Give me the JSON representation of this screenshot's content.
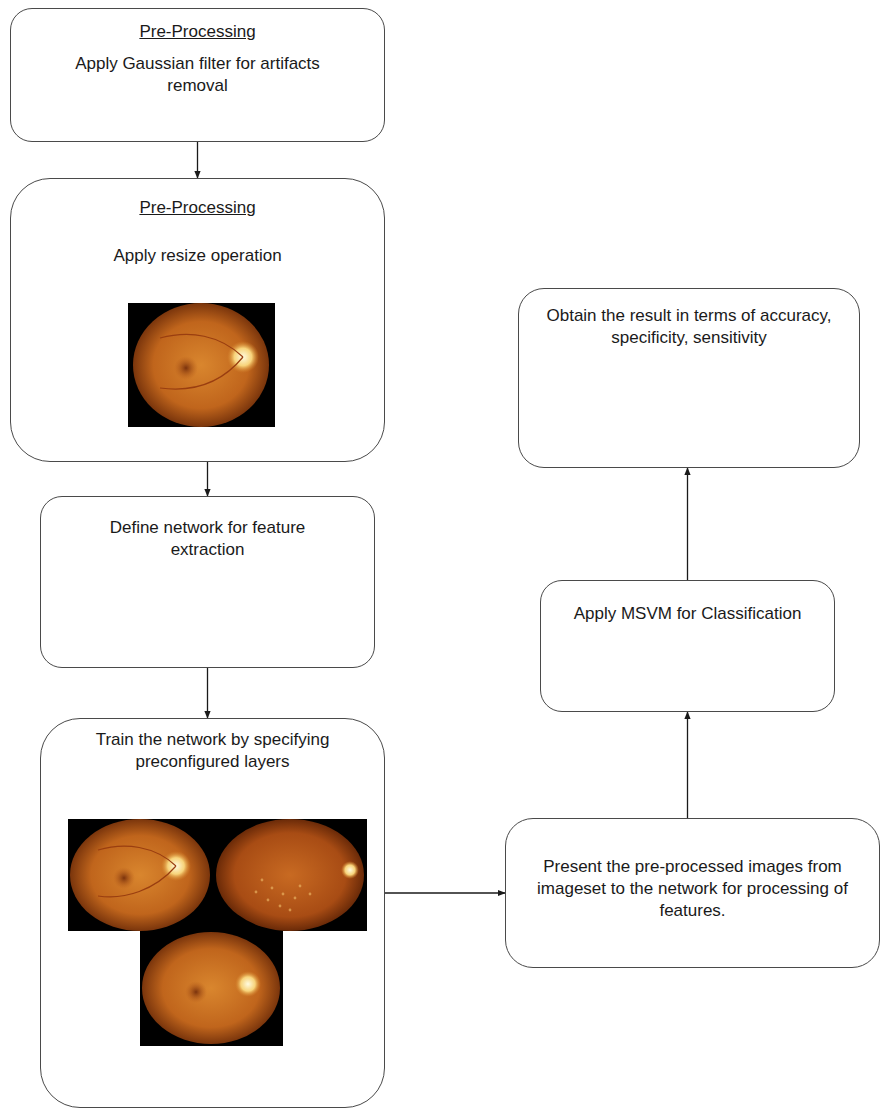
{
  "diagram": {
    "nodes": [
      {
        "text": [
          "Pre-Processing",
          "Apply Gaussian filter for artifacts removal"
        ]
      },
      {
        "text": [
          "Pre-Processing",
          "Apply resize operation"
        ]
      },
      {
        "text": [
          "Define network for feature extraction"
        ]
      },
      {
        "text": [
          "Train the network by specifying preconfigured layers"
        ]
      },
      {
        "text": [
          "Present the pre-processed images from imageset to the network for processing of features."
        ]
      },
      {
        "text": [
          "Apply MSVM for Classification"
        ]
      },
      {
        "text": [
          "Obtain the result in terms of accuracy, specificity, sensitivity"
        ]
      }
    ],
    "edges": [
      {
        "from": 0,
        "to": 1,
        "arrow": "to"
      },
      {
        "from": 1,
        "to": 2,
        "arrow": "to"
      },
      {
        "from": 2,
        "to": 3,
        "arrow": "to"
      },
      {
        "from": 3,
        "to": 4,
        "arrow": "to"
      },
      {
        "from": 4,
        "to": 5,
        "arrow": "to"
      },
      {
        "from": 5,
        "to": 6,
        "arrow": "to"
      }
    ]
  }
}
